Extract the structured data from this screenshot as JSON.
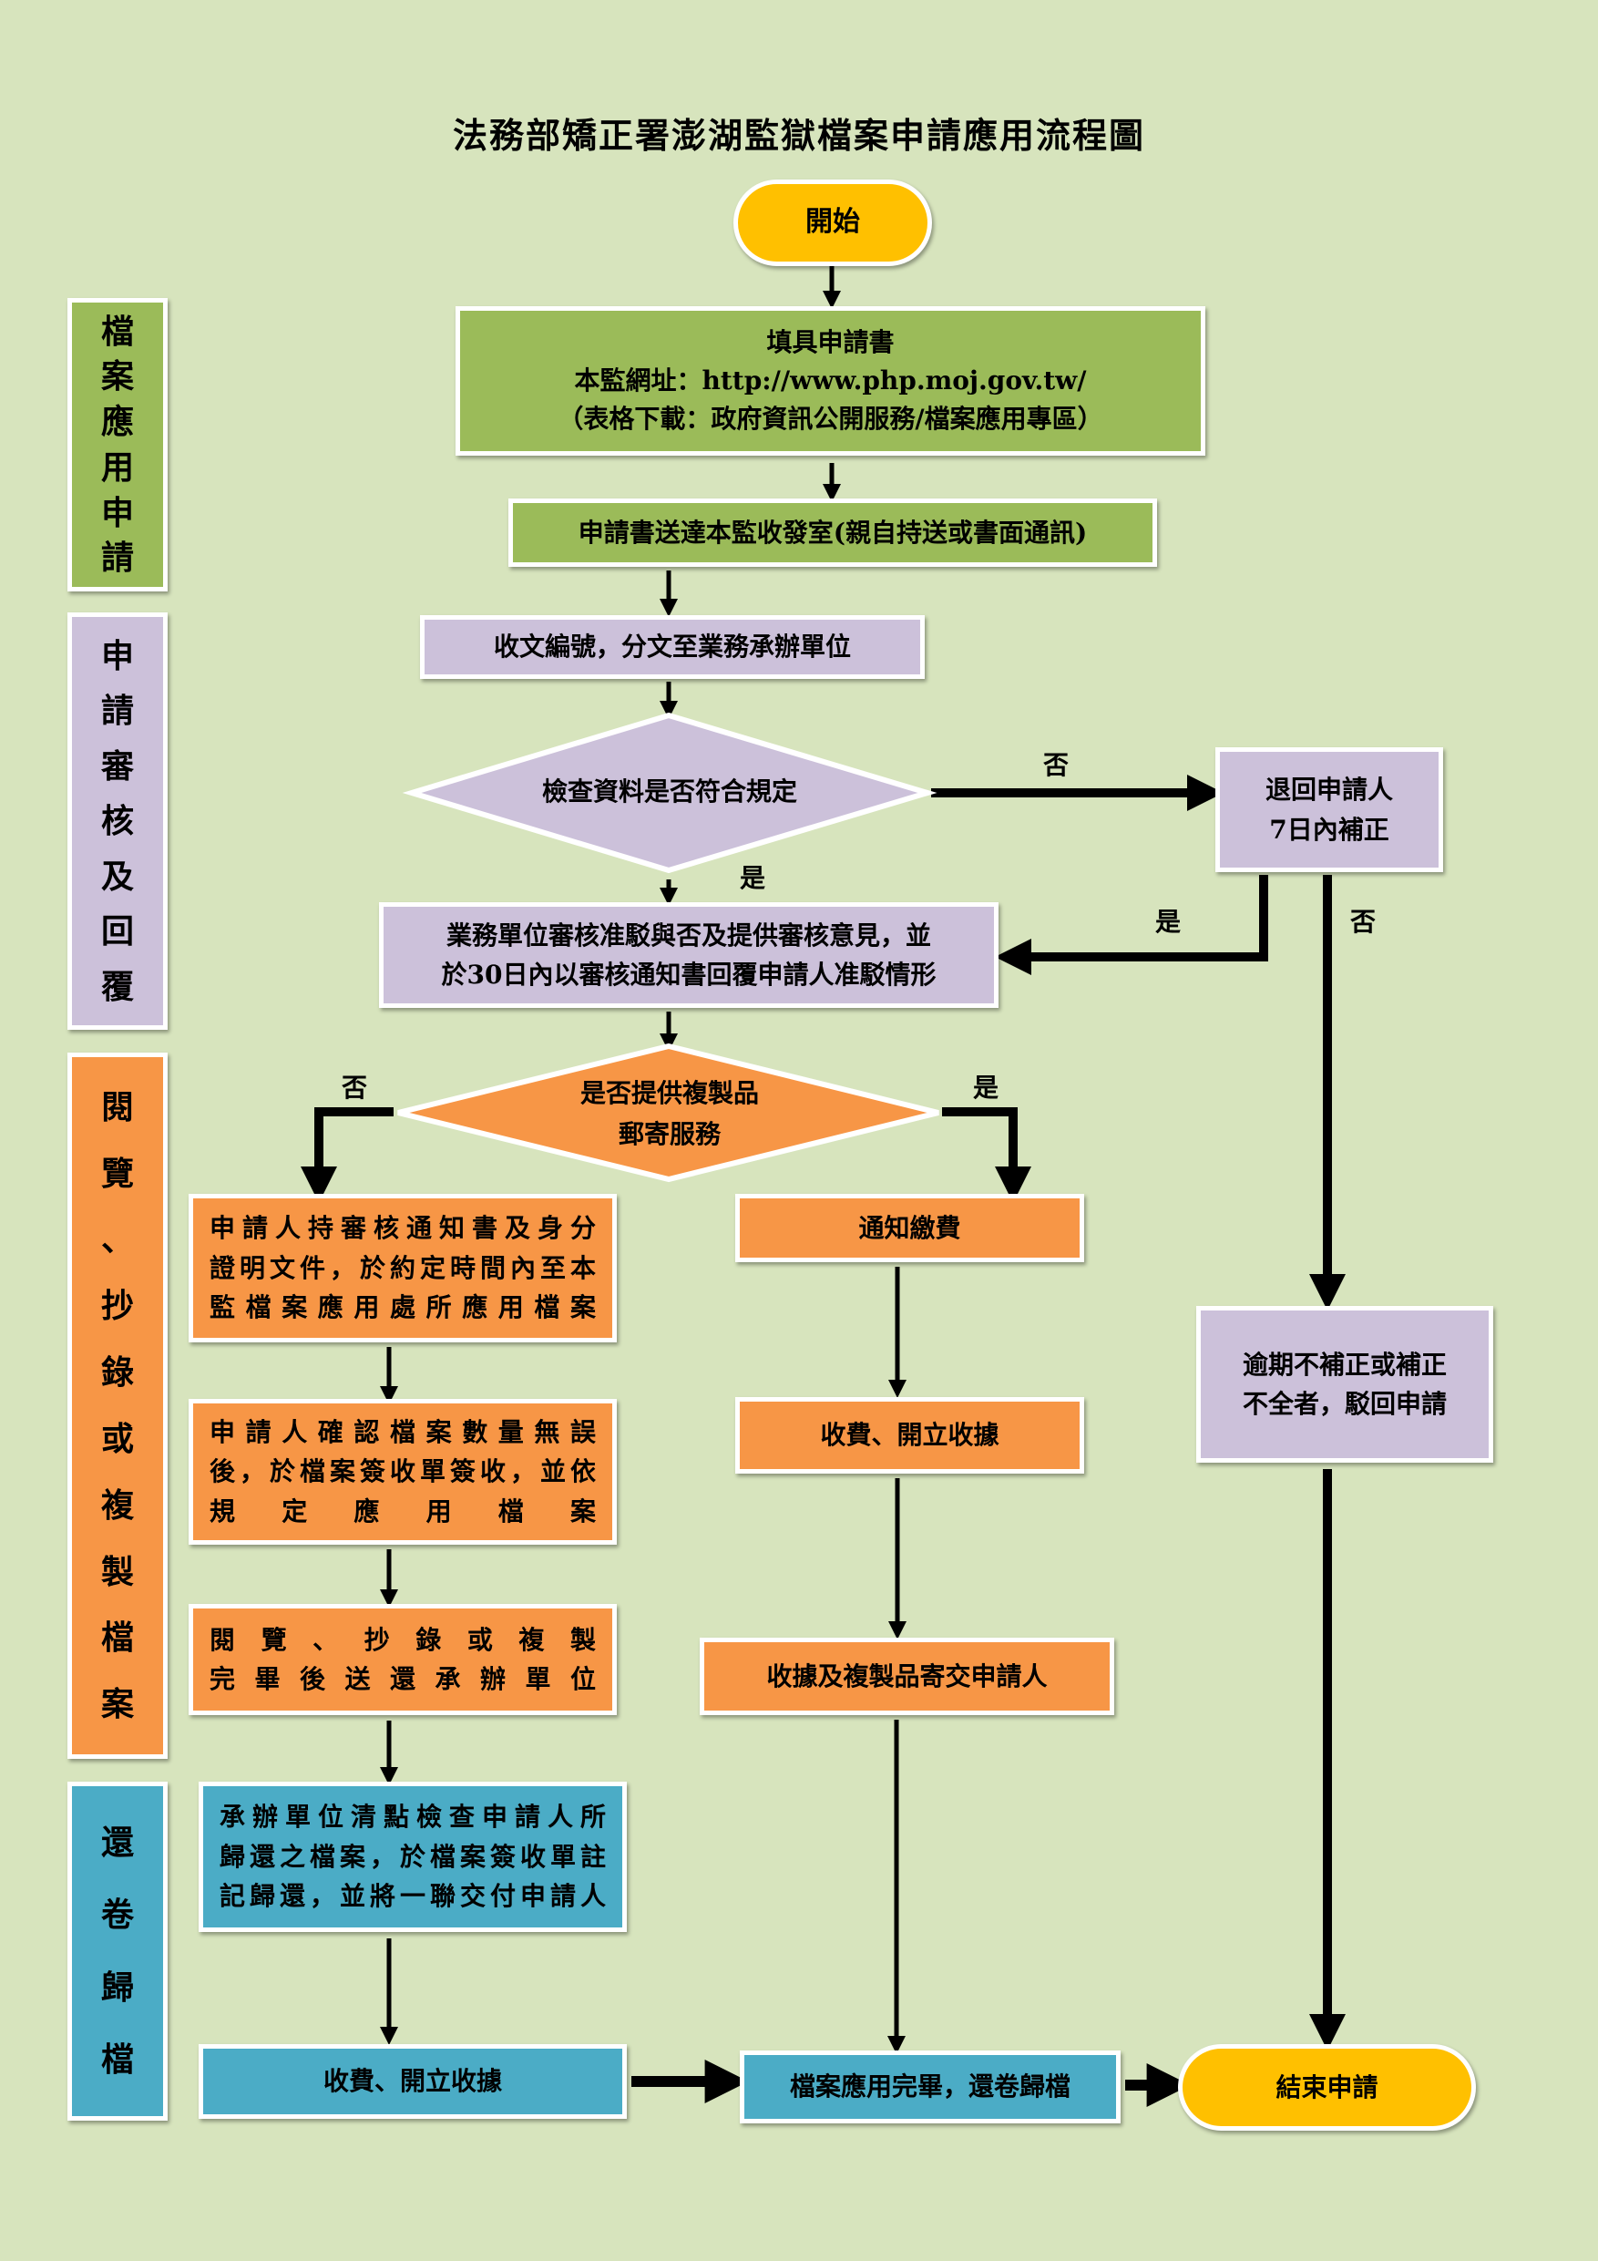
{
  "title": "法務部矯正署澎湖監獄檔案申請應用流程圖",
  "colors": {
    "background": "#d7e4bd",
    "green": "#9bbb59",
    "purple": "#ccc1da",
    "orange": "#f79646",
    "blue": "#4bacc6",
    "yellow": "#ffc000"
  },
  "lanes": [
    {
      "label": "檔案應用申請",
      "chars": [
        "檔",
        "案",
        "應",
        "用",
        "申",
        "請"
      ]
    },
    {
      "label": "申請審核及回覆",
      "chars": [
        "申",
        "請",
        "審",
        "核",
        "及",
        "回",
        "覆"
      ]
    },
    {
      "label": "閱覽、抄錄或複製檔案",
      "chars": [
        "閱",
        "覽",
        "、",
        "抄",
        "錄",
        "或",
        "複",
        "製",
        "檔",
        "案"
      ]
    },
    {
      "label": "還卷歸檔",
      "chars": [
        "還",
        "卷",
        "歸",
        "檔"
      ]
    }
  ],
  "nodes": {
    "start": "開始",
    "fill_form": {
      "line1": "填具申請書",
      "line2": "本監網址：http://www.php.moj.gov.tw/",
      "line3": "（表格下載：政府資訊公開服務/檔案應用專區）"
    },
    "deliver": "申請書送達本監收發室(親自持送或書面通訊)",
    "register": "收文編號，分文至業務承辦單位",
    "check": "檢查資料是否符合規定",
    "return_applicant": {
      "line1": "退回申請人",
      "line2": "7日內補正"
    },
    "review": {
      "line1": "業務單位審核准駁與否及提供審核意見，並",
      "line2": "於30日內以審核通知書回覆申請人准駁情形"
    },
    "mail_decision": {
      "line1": "是否提供複製品",
      "line2": "郵寄服務"
    },
    "visit": {
      "line1": "申請人持審核通知書及身分",
      "line2": "證明文件，於約定時間內至本",
      "line3": "監檔案應用處所應用檔案"
    },
    "confirm": {
      "line1": "申請人確認檔案數量無誤",
      "line2": "後，於檔案簽收單簽收，並依",
      "line3": "規定應用檔案"
    },
    "return_unit": {
      "line1": "閱覽、抄錄或複製",
      "line2": "完畢後送還承辦單位"
    },
    "notify_fee": "通知繳費",
    "collect_fee_orange": "收費、開立收據",
    "mail_items": "收據及複製品寄交申請人",
    "reject": {
      "line1": "逾期不補正或補正",
      "line2": "不全者，駁回申請"
    },
    "inventory": {
      "line1": "承辦單位清點檢查申請人所",
      "line2": "歸還之檔案，於檔案簽收單註",
      "line3": "記歸還，並將一聯交付申請人"
    },
    "collect_fee_blue": "收費、開立收據",
    "archive": "檔案應用完畢，還卷歸檔",
    "end": "結束申請"
  },
  "edge_labels": {
    "check_no": "否",
    "check_yes": "是",
    "return_yes": "是",
    "return_no": "否",
    "mail_no": "否",
    "mail_yes": "是"
  }
}
